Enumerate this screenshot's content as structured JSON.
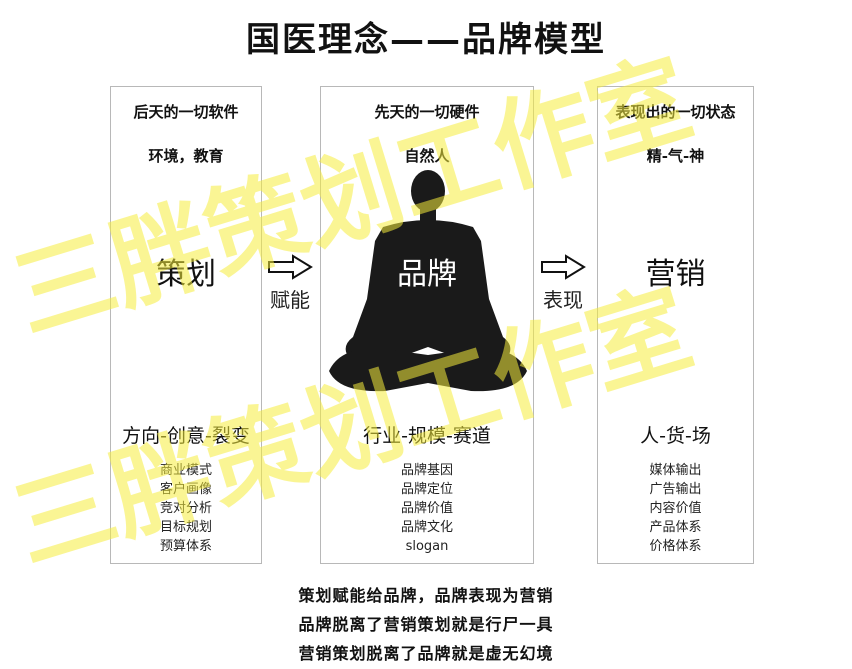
{
  "title": "国医理念——品牌模型",
  "columns": {
    "left": {
      "line1": "后天的一切软件",
      "line2": "环境，教育",
      "big": "策划",
      "subtitle": "方向-创意-裂变",
      "items": [
        "商业模式",
        "客户画像",
        "竞对分析",
        "目标规划",
        "预算体系"
      ]
    },
    "middle": {
      "line1": "先天的一切硬件",
      "line2": "自然人",
      "big": "品牌",
      "subtitle": "行业-规模-赛道",
      "items": [
        "品牌基因",
        "品牌定位",
        "品牌价值",
        "品牌文化",
        "slogan"
      ]
    },
    "right": {
      "line1": "表现出的一切状态",
      "line2": "精-气-神",
      "big": "营销",
      "subtitle": "人-货-场",
      "items": [
        "媒体输出",
        "广告输出",
        "内容价值",
        "产品体系",
        "价格体系"
      ]
    }
  },
  "arrows": {
    "left_label": "赋能",
    "right_label": "表现"
  },
  "footer": [
    "策划赋能给品牌，品牌表现为营销",
    "品牌脱离了营销策划就是行尸一具",
    "营销策划脱离了品牌就是虚无幻境"
  ],
  "watermark": "三胖策划工作室",
  "colors": {
    "watermark": "#f6ec3c",
    "figure": "#1a1a1a",
    "border": "#b8b8b8"
  },
  "icons": {
    "arrow": "hollow-right-arrow-icon",
    "figure": "meditating-person-silhouette"
  }
}
